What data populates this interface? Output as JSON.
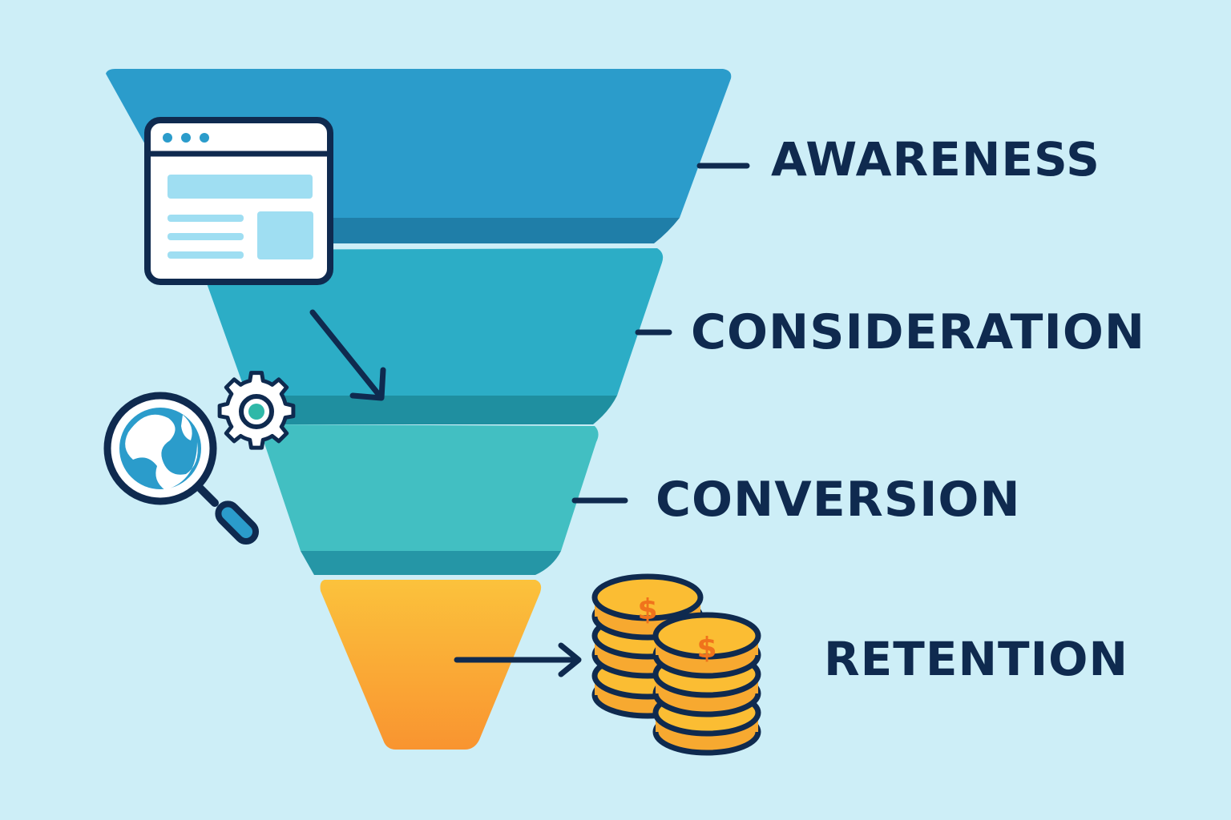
{
  "stages": [
    {
      "label": "AWARENESS",
      "color": "#2b9ccb"
    },
    {
      "label": "CONSIDERATION",
      "color": "#2cadc6"
    },
    {
      "label": "CONVERSION",
      "color": "#42bfc2"
    },
    {
      "label": "RETENTION",
      "color": "#f9b232"
    }
  ],
  "icons": {
    "browser": "browser-window-icon",
    "search": "magnifier-globe-icon",
    "settings": "gear-icon",
    "money": "coin-stack-icon",
    "coin_symbol": "$"
  },
  "colors": {
    "background": "#cdeef7",
    "outline": "#0f2a4f",
    "accent_orange": "#f0731c"
  }
}
